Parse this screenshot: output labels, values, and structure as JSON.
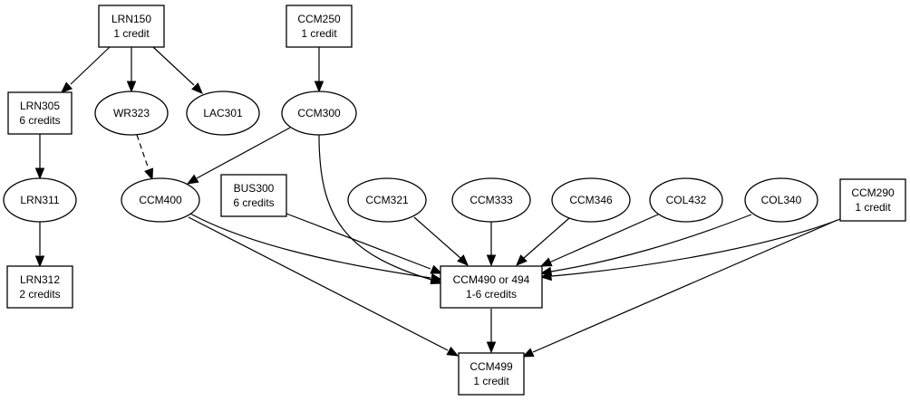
{
  "diagram": {
    "type": "course-prerequisite-graph",
    "nodes": [
      {
        "id": "LRN150",
        "shape": "box",
        "lines": [
          "LRN150",
          "1 credit"
        ]
      },
      {
        "id": "CCM250",
        "shape": "box",
        "lines": [
          "CCM250",
          "1 credit"
        ]
      },
      {
        "id": "LRN305",
        "shape": "box",
        "lines": [
          "LRN305",
          "6 credits"
        ]
      },
      {
        "id": "WR323",
        "shape": "ellipse",
        "lines": [
          "WR323"
        ]
      },
      {
        "id": "LAC301",
        "shape": "ellipse",
        "lines": [
          "LAC301"
        ]
      },
      {
        "id": "CCM300",
        "shape": "ellipse",
        "lines": [
          "CCM300"
        ]
      },
      {
        "id": "LRN311",
        "shape": "ellipse",
        "lines": [
          "LRN311"
        ]
      },
      {
        "id": "CCM400",
        "shape": "ellipse",
        "lines": [
          "CCM400"
        ]
      },
      {
        "id": "BUS300",
        "shape": "box",
        "lines": [
          "BUS300",
          "6 credits"
        ]
      },
      {
        "id": "CCM321",
        "shape": "ellipse",
        "lines": [
          "CCM321"
        ]
      },
      {
        "id": "CCM333",
        "shape": "ellipse",
        "lines": [
          "CCM333"
        ]
      },
      {
        "id": "CCM346",
        "shape": "ellipse",
        "lines": [
          "CCM346"
        ]
      },
      {
        "id": "COL432",
        "shape": "ellipse",
        "lines": [
          "COL432"
        ]
      },
      {
        "id": "COL340",
        "shape": "ellipse",
        "lines": [
          "COL340"
        ]
      },
      {
        "id": "CCM290",
        "shape": "box",
        "lines": [
          "CCM290",
          "1 credit"
        ]
      },
      {
        "id": "LRN312",
        "shape": "box",
        "lines": [
          "LRN312",
          "2 credits"
        ]
      },
      {
        "id": "CCM490",
        "shape": "box",
        "lines": [
          "CCM490 or 494",
          "1-6 credits"
        ]
      },
      {
        "id": "CCM499",
        "shape": "box",
        "lines": [
          "CCM499",
          "1 credit"
        ]
      }
    ],
    "edges": [
      {
        "from": "LRN150",
        "to": "LRN305",
        "style": "solid"
      },
      {
        "from": "LRN150",
        "to": "WR323",
        "style": "solid"
      },
      {
        "from": "LRN150",
        "to": "LAC301",
        "style": "solid"
      },
      {
        "from": "CCM250",
        "to": "CCM300",
        "style": "solid"
      },
      {
        "from": "LRN305",
        "to": "LRN311",
        "style": "solid"
      },
      {
        "from": "LRN311",
        "to": "LRN312",
        "style": "solid"
      },
      {
        "from": "WR323",
        "to": "CCM400",
        "style": "dashed"
      },
      {
        "from": "CCM300",
        "to": "CCM400",
        "style": "solid"
      },
      {
        "from": "CCM300",
        "to": "CCM490",
        "style": "solid"
      },
      {
        "from": "CCM400",
        "to": "CCM490",
        "style": "solid"
      },
      {
        "from": "CCM400",
        "to": "CCM499",
        "style": "solid"
      },
      {
        "from": "BUS300",
        "to": "CCM490",
        "style": "solid"
      },
      {
        "from": "CCM321",
        "to": "CCM490",
        "style": "solid"
      },
      {
        "from": "CCM333",
        "to": "CCM490",
        "style": "solid"
      },
      {
        "from": "CCM346",
        "to": "CCM490",
        "style": "solid"
      },
      {
        "from": "COL432",
        "to": "CCM490",
        "style": "solid"
      },
      {
        "from": "COL340",
        "to": "CCM490",
        "style": "solid"
      },
      {
        "from": "CCM290",
        "to": "CCM490",
        "style": "solid"
      },
      {
        "from": "CCM290",
        "to": "CCM499",
        "style": "solid"
      },
      {
        "from": "CCM490",
        "to": "CCM499",
        "style": "solid"
      }
    ]
  }
}
